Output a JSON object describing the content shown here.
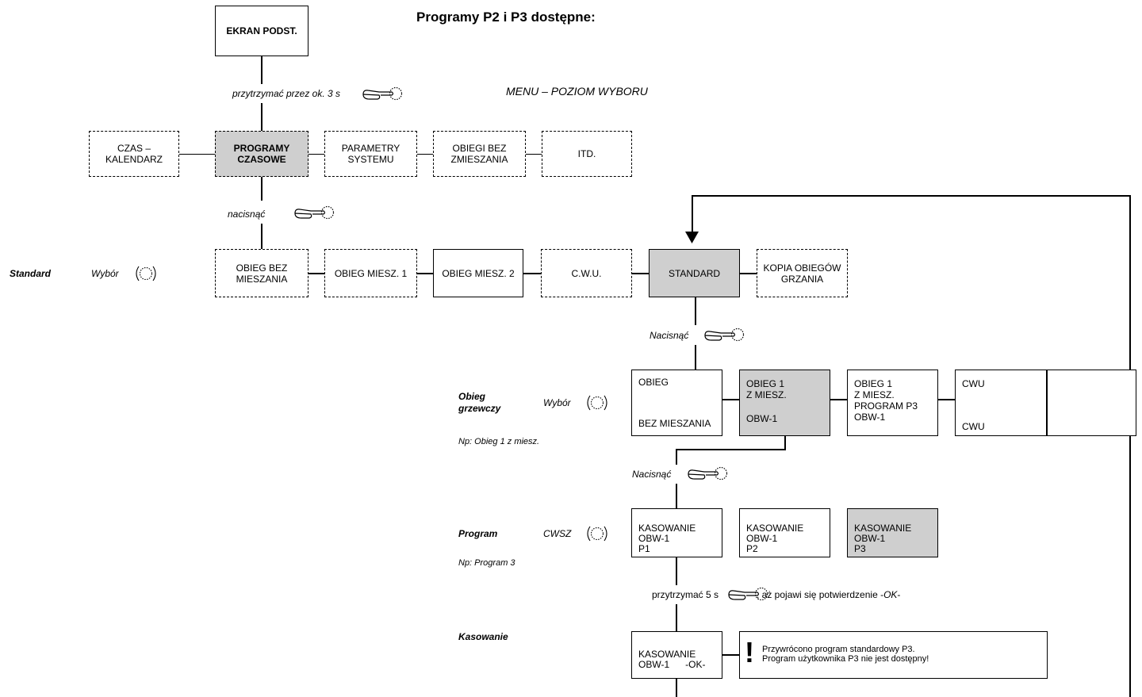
{
  "title": "Programy P2 i P3 dostępne:",
  "subtitle": "MENU – POZIOM WYBORU",
  "boxes": {
    "ekran": "EKRAN PODST.",
    "czas1": "CZAS –",
    "czas2": "KALENDARZ",
    "prog1": "PROGRAMY",
    "prog2": "CZASOWE",
    "param1": "PARAMETRY",
    "param2": "SYSTEMU",
    "obiegi1": "OBIEGI BEZ",
    "obiegi2": "ZMIESZANIA",
    "itd": "ITD.",
    "obiegbez1": "OBIEG BEZ",
    "obiegbez2": "MIESZANIA",
    "miesz1": "OBIEG MIESZ. 1",
    "miesz2": "OBIEG MIESZ. 2",
    "cwu": "C.W.U.",
    "standard": "STANDARD",
    "kopia1": "KOPIA OBIEGÓW",
    "kopia2": "GRZANIA",
    "ob_a1": "OBIEG",
    "ob_a2": "BEZ MIESZANIA",
    "ob_b1": "OBIEG 1",
    "ob_b2": "Z MIESZ.",
    "ob_b3": "OBW-1",
    "ob_c1": "OBIEG 1",
    "ob_c2": "Z MIESZ.",
    "ob_c3": "PROGRAM P3",
    "ob_c4": "OBW-1",
    "ob_d1": "CWU",
    "ob_d2": "CWU",
    "kas1_1": "KASOWANIE",
    "kas1_2": "OBW-1",
    "kas1_3": "P1",
    "kas2_1": "KASOWANIE",
    "kas2_2": "OBW-1",
    "kas2_3": "P2",
    "kas3_1": "KASOWANIE",
    "kas3_2": "OBW-1",
    "kas3_3": "P3",
    "kasok1": "KASOWANIE",
    "kasok2": "OBW-1",
    "kasok3": "-OK-",
    "msg1": "Przywrócono program standardowy P3.",
    "msg2": "Program użytkownika P3 nie jest dostępny!",
    "msg_mark": "!"
  },
  "actions": {
    "hold3": "przytrzymać przez ok. 3 s",
    "press1": "nacisnąć",
    "press2": "Nacisnąć",
    "press3": "Nacisnąć",
    "hold5": "przytrzymać 5 s",
    "hold5_after": ", aż pojawi się potwierdzenie -",
    "hold5_ok": "OK",
    "hold5_end": "-"
  },
  "levels": {
    "standard": "Standard",
    "standard_sel": "Wybór",
    "obieg1": "Obieg",
    "obieg2": "grzewczy",
    "obieg_sel": "Wybór",
    "obieg_ex": "Np: Obieg 1 z miesz.",
    "program": "Program",
    "program_sel": "CWSZ",
    "program_ex": "Np: Program 3",
    "kasowanie": "Kasowanie"
  },
  "icons": [
    "pointing-hand-icon",
    "rotary-knob-icon",
    "arrow-down-icon",
    "warning-exclamation-icon"
  ]
}
